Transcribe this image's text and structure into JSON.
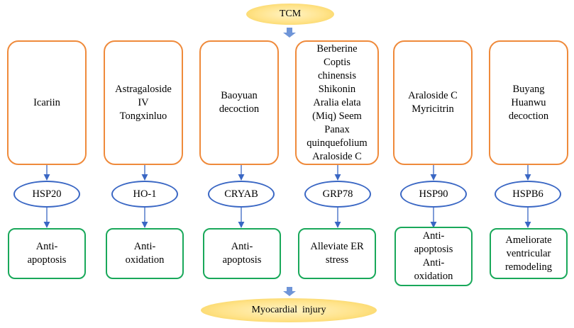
{
  "top": {
    "label": "TCM"
  },
  "bottom": {
    "label": "Myocardial  injury"
  },
  "colors": {
    "compound_border": "#ef8a3b",
    "protein_border": "#3a67c4",
    "effect_border": "#19a85a",
    "arrow": "#5b86d6"
  },
  "columns": [
    {
      "compound": "Icariin",
      "protein": "HSP20",
      "effect": "Anti-\napoptosis"
    },
    {
      "compound": "Astragaloside\nIV\nTongxinluo",
      "protein": "HO-1",
      "effect": "Anti-\noxidation"
    },
    {
      "compound": "Baoyuan\ndecoction",
      "protein": "CRYAB",
      "effect": "Anti-\napoptosis"
    },
    {
      "compound": "Berberine\nCoptis\nchinensis\nShikonin\nAralia elata\n(Miq) Seem\nPanax\nquinquefolium\nAraloside C",
      "protein": "GRP78",
      "effect": "Alleviate ER\nstress"
    },
    {
      "compound": "Araloside C\nMyricitrin",
      "protein": "HSP90",
      "effect": "Anti-\napoptosis\nAnti-\noxidation"
    },
    {
      "compound": "Buyang\nHuanwu\ndecoction",
      "protein": "HSPB6",
      "effect": "Ameliorate\nventricular\nremodeling"
    }
  ]
}
